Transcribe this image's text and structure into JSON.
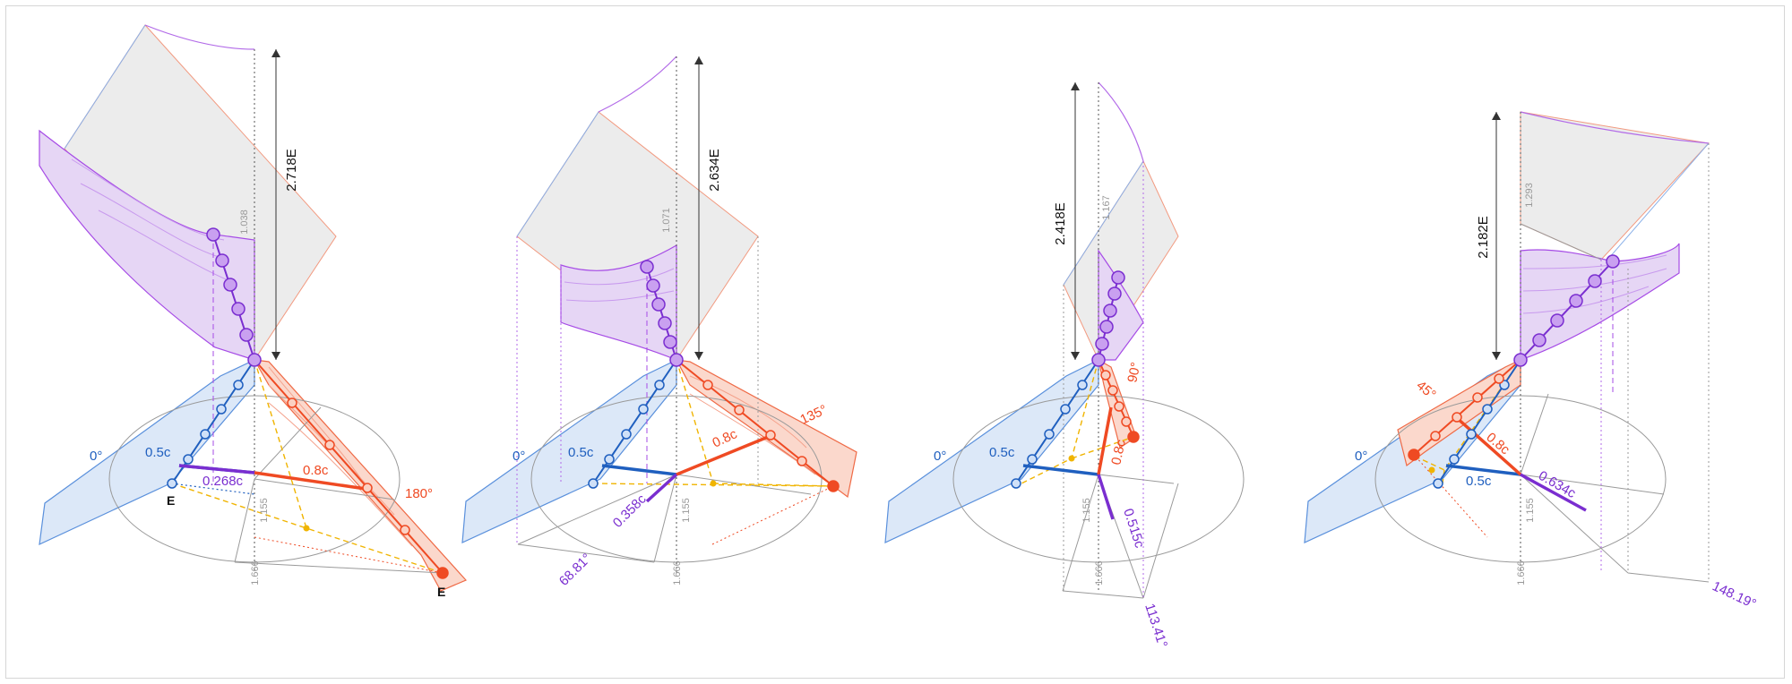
{
  "colors": {
    "blue": "#1f5fbf",
    "blue_fill": "#dce8f8",
    "red": "#ef4a23",
    "red_fill": "#fbd8cc",
    "purple": "#8a2be2",
    "purple_fill": "#e6d6f5",
    "yellow": "#f0b400",
    "gray_fill": "#ececec",
    "gray_line": "#9a9a9a"
  },
  "panels": [
    {
      "energy_label": "2.718E",
      "gamma_top": "1.038",
      "gamma_mid": "1.155",
      "gamma_bot": "1.666",
      "blue_angle": "0°",
      "blue_speed": "0.5c",
      "red_speed": "0.8c",
      "red_angle": "180°",
      "result_speed": "0.268c",
      "result_angle": "",
      "blue_particle_label": "E",
      "red_particle_label": "E"
    },
    {
      "energy_label": "2.634E",
      "gamma_top": "1.071",
      "gamma_mid": "1.155",
      "gamma_bot": "1.666",
      "blue_angle": "0°",
      "blue_speed": "0.5c",
      "red_speed": "0.8c",
      "red_angle": "135°",
      "result_speed": "0.358c",
      "result_angle": "68.81°"
    },
    {
      "energy_label": "2.418E",
      "gamma_top": "1.167",
      "gamma_mid": "1.155",
      "gamma_bot": "1.666",
      "blue_angle": "0°",
      "blue_speed": "0.5c",
      "red_speed": "0.8c",
      "red_angle": "90°",
      "result_speed": "0.515c",
      "result_angle": "113.41°"
    },
    {
      "energy_label": "2.182E",
      "gamma_top": "1.293",
      "gamma_mid": "1.155",
      "gamma_bot": "1.666",
      "blue_angle": "0°",
      "blue_speed": "0.5c",
      "red_speed": "0.8c",
      "red_angle": "45°",
      "result_speed": "0.634c",
      "result_angle": "148.19°"
    }
  ]
}
